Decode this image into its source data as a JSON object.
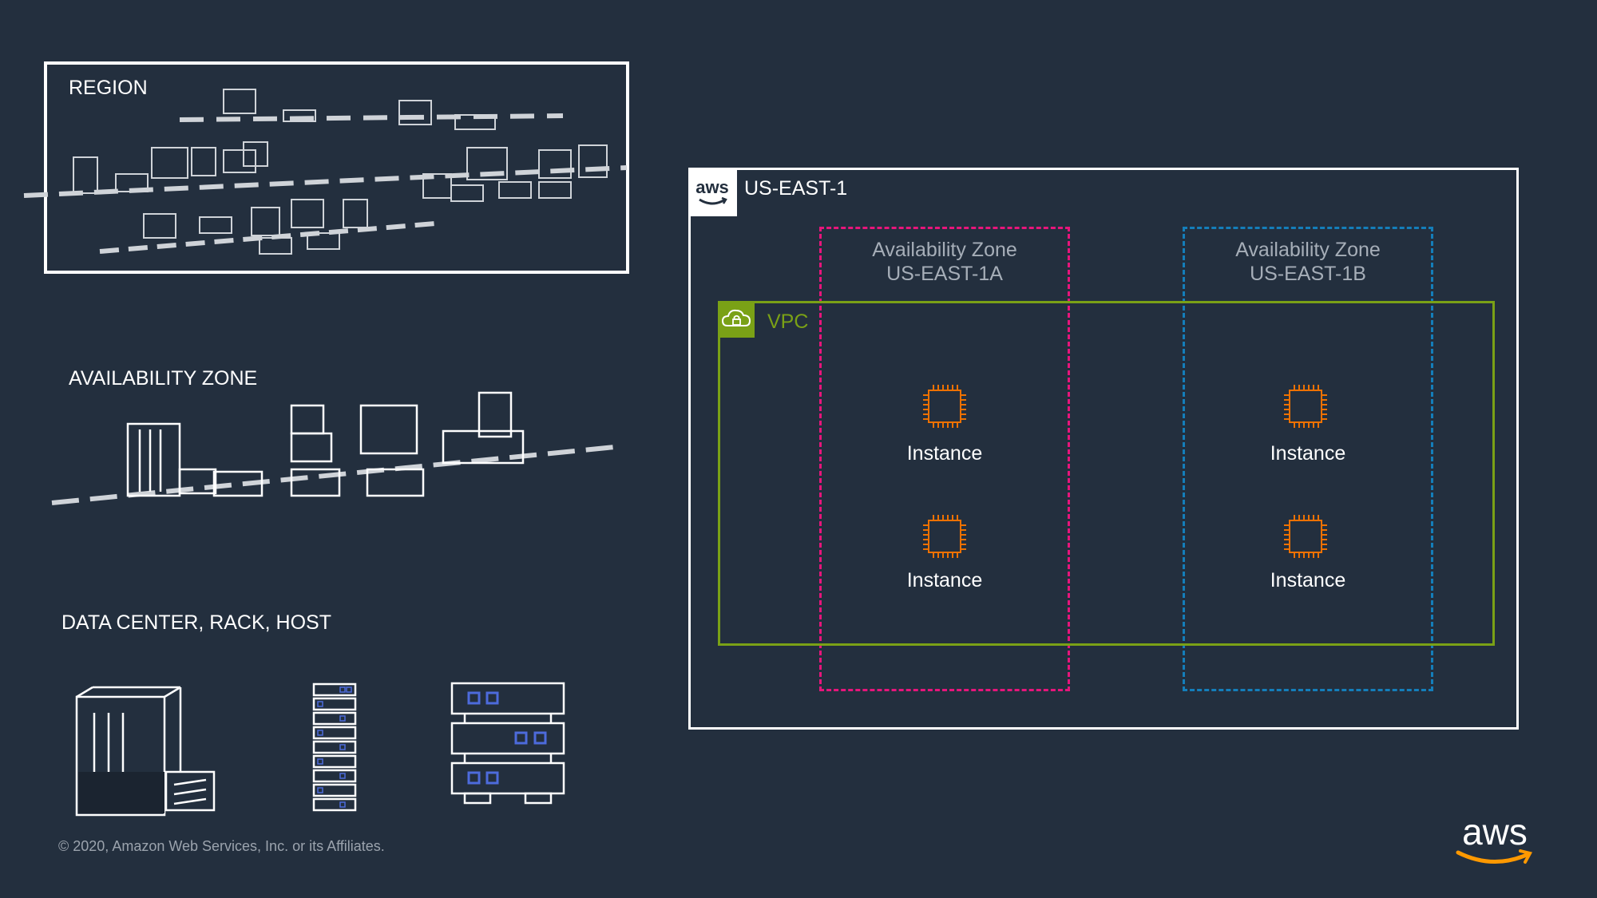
{
  "left_panel": {
    "region_label": "REGION",
    "availability_zone_label": "AVAILABILITY ZONE",
    "data_center_label": "DATA CENTER, RACK, HOST",
    "copyright": "© 2020, Amazon Web Services, Inc. or its Affiliates."
  },
  "diagram": {
    "region": {
      "name": "US-EAST-1",
      "logo_text": "aws"
    },
    "vpc": {
      "label": "VPC"
    },
    "zones": [
      {
        "title": "Availability Zone",
        "name": "US-EAST-1A",
        "border_color": "#e7157b"
      },
      {
        "title": "Availability Zone",
        "name": "US-EAST-1B",
        "border_color": "#147eba"
      }
    ],
    "instances": [
      {
        "label": "Instance"
      },
      {
        "label": "Instance"
      },
      {
        "label": "Instance"
      },
      {
        "label": "Instance"
      }
    ]
  },
  "branding": {
    "logo_text": "aws"
  },
  "colors": {
    "background": "#232f3e",
    "vpc": "#7aa116",
    "instance_icon": "#ed7100",
    "zone_a": "#e7157b",
    "zone_b": "#147eba"
  }
}
